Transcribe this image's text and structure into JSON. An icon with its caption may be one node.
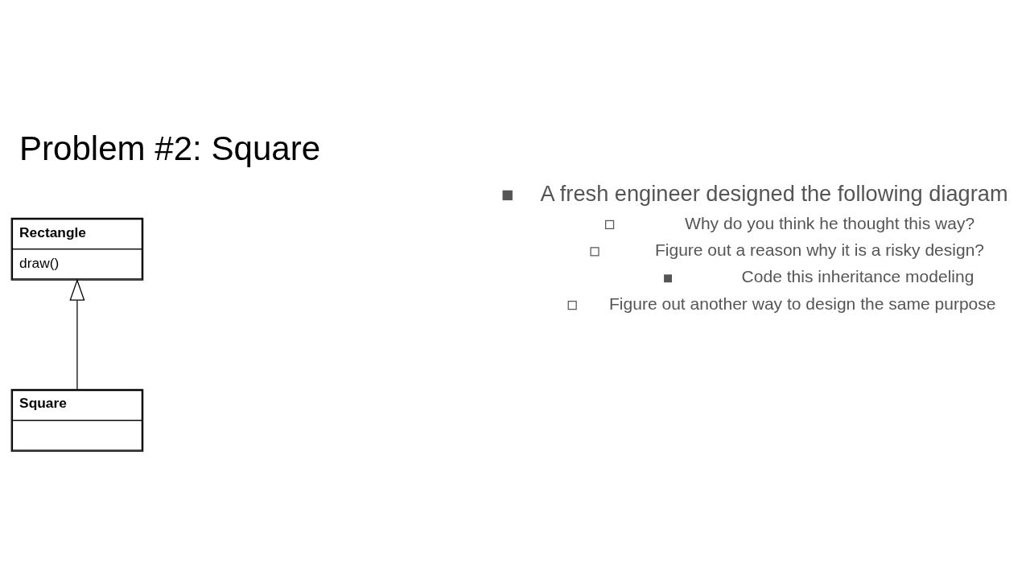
{
  "diagram": {
    "title": "Problem #2: Square",
    "nodes": [
      {
        "text": [
          "Rectangle",
          "draw()"
        ]
      },
      {
        "text": [
          "Square"
        ]
      }
    ],
    "edges": [
      {
        "from": 1,
        "to": 0,
        "arrow": "to"
      }
    ],
    "labels": [
      "A fresh engineer designed the following diagram",
      "Why do you think he thought this way?",
      "Figure out a reason why it is a risky design?",
      "Code this inheritance modeling",
      "Figure out another way to design the same purpose"
    ]
  }
}
